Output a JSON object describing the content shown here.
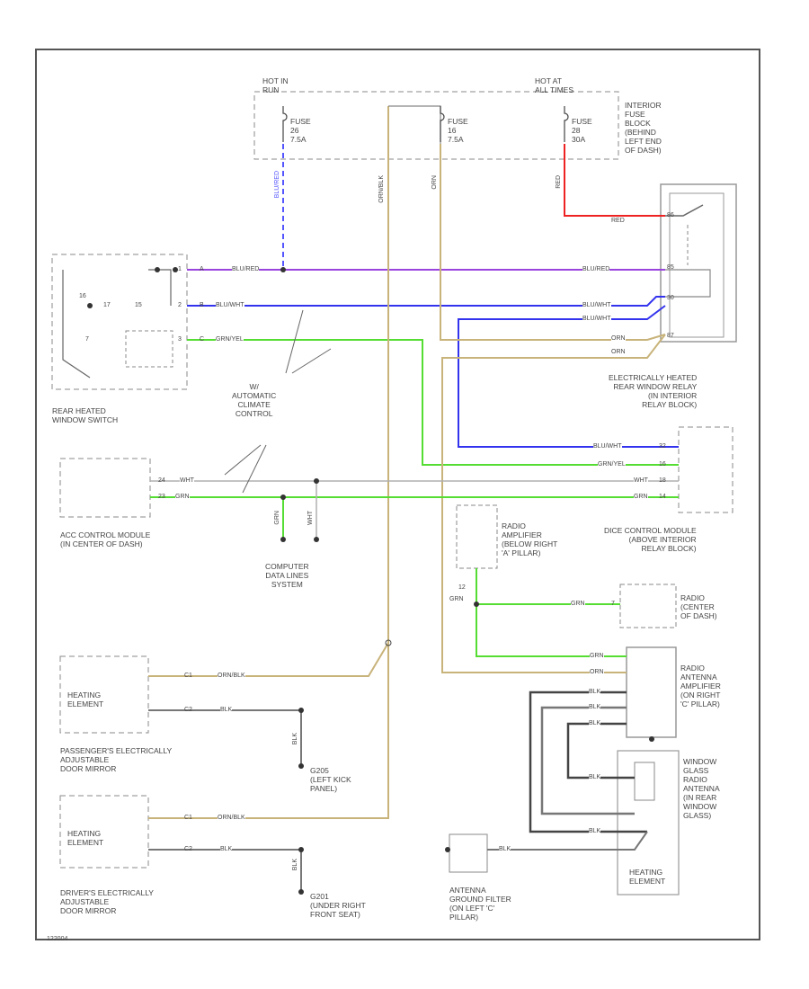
{
  "colors": {
    "frame": "#555555",
    "wire_black": "#333333",
    "wire_gray": "#8a8a8a",
    "wire_red": "#ee2222",
    "wire_blu_red": "#9944dd",
    "wire_blu_wht": "#3333ee",
    "wire_blu_wht_dash": "#5555ff",
    "wire_grn": "#55dd33",
    "wire_orn_blk": "#c8b37a",
    "wire_orn": "#d2b47c",
    "box_dash": "#888888"
  },
  "power": {
    "hot_run": "HOT IN\nRUN",
    "hot_all": "HOT AT\nALL TIMES",
    "fuse1": "FUSE\n26\n7.5A",
    "fuse2": "FUSE\n16\n7.5A",
    "fuse3": "FUSE\n28\n30A",
    "fuse_block": "INTERIOR\nFUSE\nBLOCK\n(BEHIND\nLEFT END\nOF DASH)"
  },
  "components": {
    "rear_switch": "REAR HEATED\nWINDOW SWITCH",
    "auto_climate": "W/\nAUTOMATIC\nCLIMATE\nCONTROL",
    "acc_module": "ACC CONTROL MODULE\n(IN CENTER OF DASH)",
    "cdl": "COMPUTER\nDATA LINES\nSYSTEM",
    "relay": "ELECTRICALLY HEATED\nREAR WINDOW RELAY\n(IN INTERIOR\nRELAY BLOCK)",
    "dice": "DICE CONTROL MODULE\n(ABOVE INTERIOR\nRELAY BLOCK)",
    "radio_amp": "RADIO\nAMPLIFIER\n(BELOW RIGHT\n'A' PILLAR)",
    "radio": "RADIO\n(CENTER\nOF DASH)",
    "antenna_amp": "RADIO\nANTENNA\nAMPLIFIER\n(ON RIGHT\n'C' PILLAR)",
    "glass_antenna": "WINDOW\nGLASS\nRADIO\nANTENNA\n(IN REAR\nWINDOW\nGLASS)",
    "heating_elem_rear": "HEATING\nELEMENT",
    "heating_elem_pass": "HEATING\nELEMENT",
    "heating_elem_drv": "HEATING\nELEMENT",
    "pass_mirror": "PASSENGER'S ELECTRICALLY\nADJUSTABLE\nDOOR MIRROR",
    "drv_mirror": "DRIVER'S ELECTRICALLY\nADJUSTABLE\nDOOR MIRROR",
    "g205": "G205\n(LEFT KICK\nPANEL)",
    "g201": "G201\n(UNDER RIGHT\nFRONT SEAT)",
    "gnd_filter": "ANTENNA\nGROUND FILTER\n(ON LEFT 'C'\nPILLAR)",
    "footer_code": "122004"
  },
  "wires": {
    "blu_red_v": "BLU/RED",
    "orn_blk_v": "ORN/BLK",
    "orn_v": "ORN",
    "red_v": "RED",
    "red_h": "RED",
    "blu_red_l": "BLU/RED",
    "blu_red_r": "BLU/RED",
    "blu_wht_l": "BLU/WHT",
    "blu_wht_r1": "BLU/WHT",
    "blu_wht_r2": "BLU/WHT",
    "blu_wht_dice": "BLU/WHT",
    "grn_yel_l": "GRN/YEL",
    "grn_yel_dice": "GRN/YEL",
    "orn_relay": "ORN",
    "orn_relay2": "ORN",
    "wht_acc": "WHT",
    "grn_acc": "GRN",
    "wht_dice": "WHT",
    "grn_dice": "GRN",
    "grn_cdl": "GRN",
    "wht_cdl": "WHT",
    "grn_radio_amp": "GRN",
    "grn_radio": "GRN",
    "grn_ant": "GRN",
    "orn_ant": "ORN",
    "orn_blk_pass": "ORN/BLK",
    "blk_pass": "BLK",
    "blk_pass_v": "BLK",
    "orn_blk_drv": "ORN/BLK",
    "blk_drv": "BLK",
    "blk_drv_v": "BLK",
    "blk_ant1": "BLK",
    "blk_ant2": "BLK",
    "blk_ant3": "BLK",
    "blk_glass": "BLK",
    "blk_glass2": "BLK",
    "blk_filter": "BLK"
  },
  "pins": {
    "sw_a": "A",
    "sw_b": "B",
    "sw_c": "C",
    "sw_1": "1",
    "sw_2": "2",
    "sw_3": "3",
    "sw_16": "16",
    "sw_17": "17",
    "sw_15": "15",
    "sw_7": "7",
    "relay_86": "86",
    "relay_85": "85",
    "relay_30": "30",
    "relay_87": "87",
    "dice_32": "32",
    "dice_16": "16",
    "dice_18": "18",
    "dice_14": "14",
    "acc_24": "24",
    "acc_23": "23",
    "pass_c1": "C1",
    "pass_c2": "C2",
    "drv_c1": "C1",
    "drv_c2": "C2",
    "radio_12": "12",
    "radio_7": "7"
  }
}
